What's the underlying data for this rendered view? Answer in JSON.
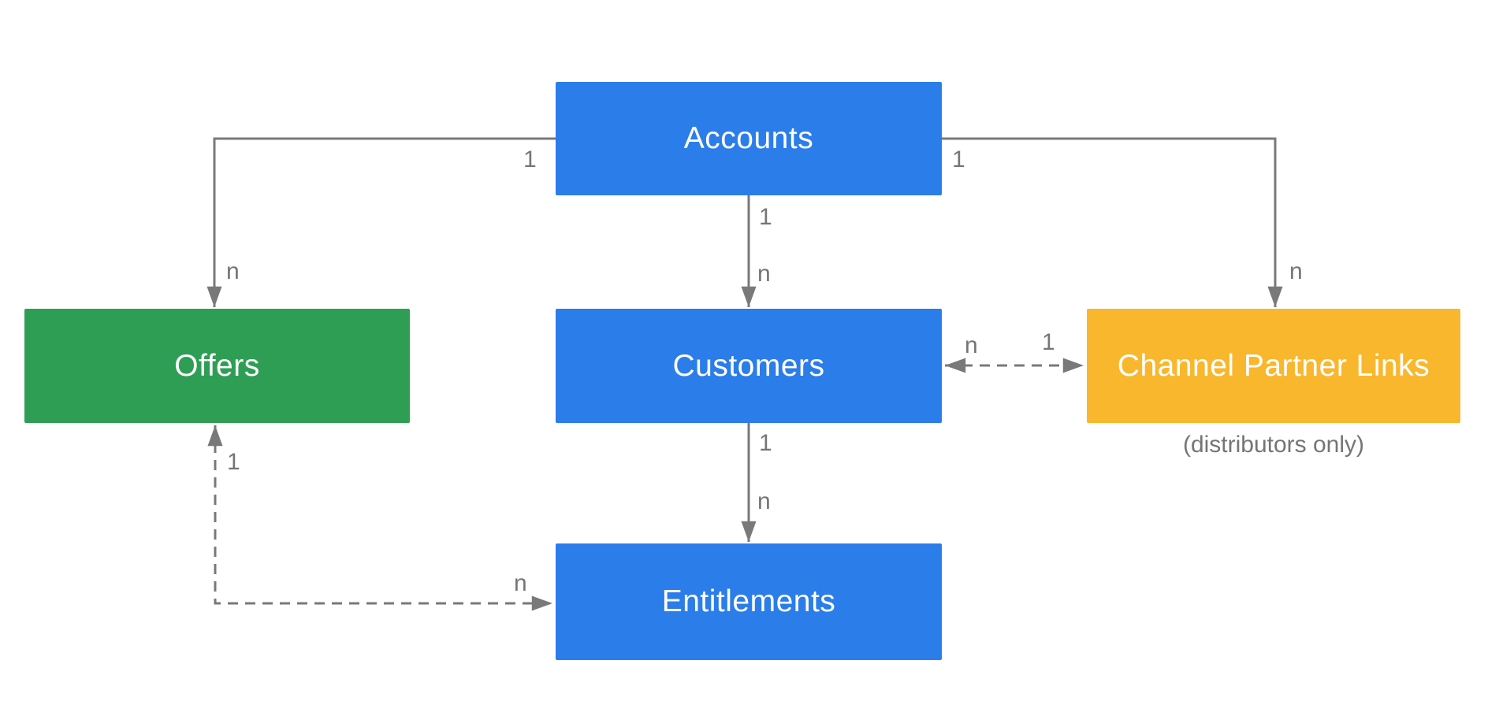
{
  "diagram": {
    "entities": {
      "accounts": {
        "label": "Accounts",
        "color": "#2B7DE9"
      },
      "offers": {
        "label": "Offers",
        "color": "#2F9E55"
      },
      "customers": {
        "label": "Customers",
        "color": "#2B7DE9"
      },
      "channel_partner_links": {
        "label": "Channel Partner Links",
        "color": "#F9B72E",
        "note": "(distributors only)"
      },
      "entitlements": {
        "label": "Entitlements",
        "color": "#2B7DE9"
      }
    },
    "relationships": {
      "accounts_offers": {
        "from": "Accounts",
        "to": "Offers",
        "from_card": "1",
        "to_card": "n",
        "line": "solid",
        "bidirectional": false
      },
      "accounts_customers": {
        "from": "Accounts",
        "to": "Customers",
        "from_card": "1",
        "to_card": "n",
        "line": "solid",
        "bidirectional": false
      },
      "accounts_channel_partner_links": {
        "from": "Accounts",
        "to": "Channel Partner Links",
        "from_card": "1",
        "to_card": "n",
        "line": "solid",
        "bidirectional": false
      },
      "customers_channel_partner_links": {
        "from": "Customers",
        "to": "Channel Partner Links",
        "from_card": "n",
        "to_card": "1",
        "line": "dashed",
        "bidirectional": true
      },
      "customers_entitlements": {
        "from": "Customers",
        "to": "Entitlements",
        "from_card": "1",
        "to_card": "n",
        "line": "solid",
        "bidirectional": false
      },
      "offers_entitlements": {
        "from": "Offers",
        "to": "Entitlements",
        "from_card": "1",
        "to_card": "n",
        "line": "dashed",
        "bidirectional": true
      }
    },
    "colors": {
      "entity_text": "#FFFFFF",
      "connector": "#797979",
      "cardinality_label": "#757575",
      "background": "#FFFFFF"
    }
  }
}
